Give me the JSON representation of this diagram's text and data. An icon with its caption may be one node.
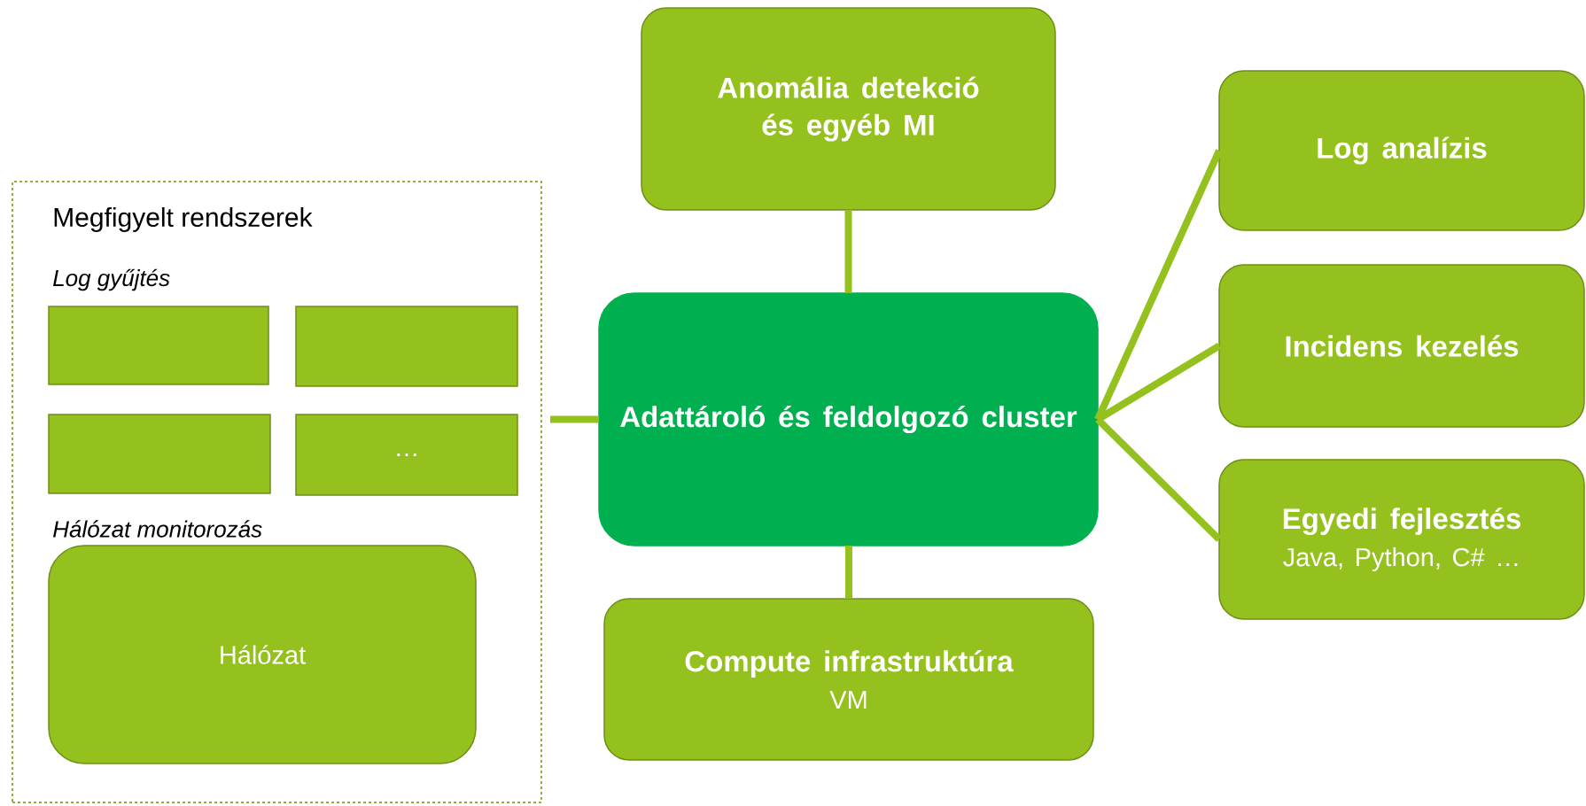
{
  "diagram": {
    "nodes": [
      {
        "text": [
          "Megfigyelt rendszerek"
        ]
      },
      {
        "text": [],
        "shape": "box",
        "in": 0
      },
      {
        "text": [],
        "shape": "box",
        "in": 0
      },
      {
        "text": [],
        "shape": "box",
        "in": 0
      },
      {
        "text": [
          "…"
        ],
        "in": 0
      },
      {
        "text": [
          "Hálózat"
        ],
        "in": 0
      },
      {
        "text": [
          "Anomália detekció és egyéb MI"
        ]
      },
      {
        "text": [
          "Adattároló és feldolgozó cluster"
        ]
      },
      {
        "text": [
          "Compute infrastruktúra",
          "VM"
        ]
      },
      {
        "text": [
          "Log analízis"
        ]
      },
      {
        "text": [
          "Incidens kezelés"
        ]
      },
      {
        "text": [
          "Egyedi fejlesztés",
          "Java, Python, C# …"
        ]
      }
    ],
    "edges": [
      {
        "from": 0,
        "to": 7,
        "arrow": "none"
      },
      {
        "from": 6,
        "to": 7,
        "arrow": "none"
      },
      {
        "from": 7,
        "to": 8,
        "arrow": "none"
      },
      {
        "from": 7,
        "to": 9,
        "arrow": "none"
      },
      {
        "from": 7,
        "to": 10,
        "arrow": "none"
      },
      {
        "from": 7,
        "to": 11,
        "arrow": "none"
      }
    ],
    "labels": [
      "Log gyűjtés",
      "Hálózat monitorozás"
    ]
  }
}
